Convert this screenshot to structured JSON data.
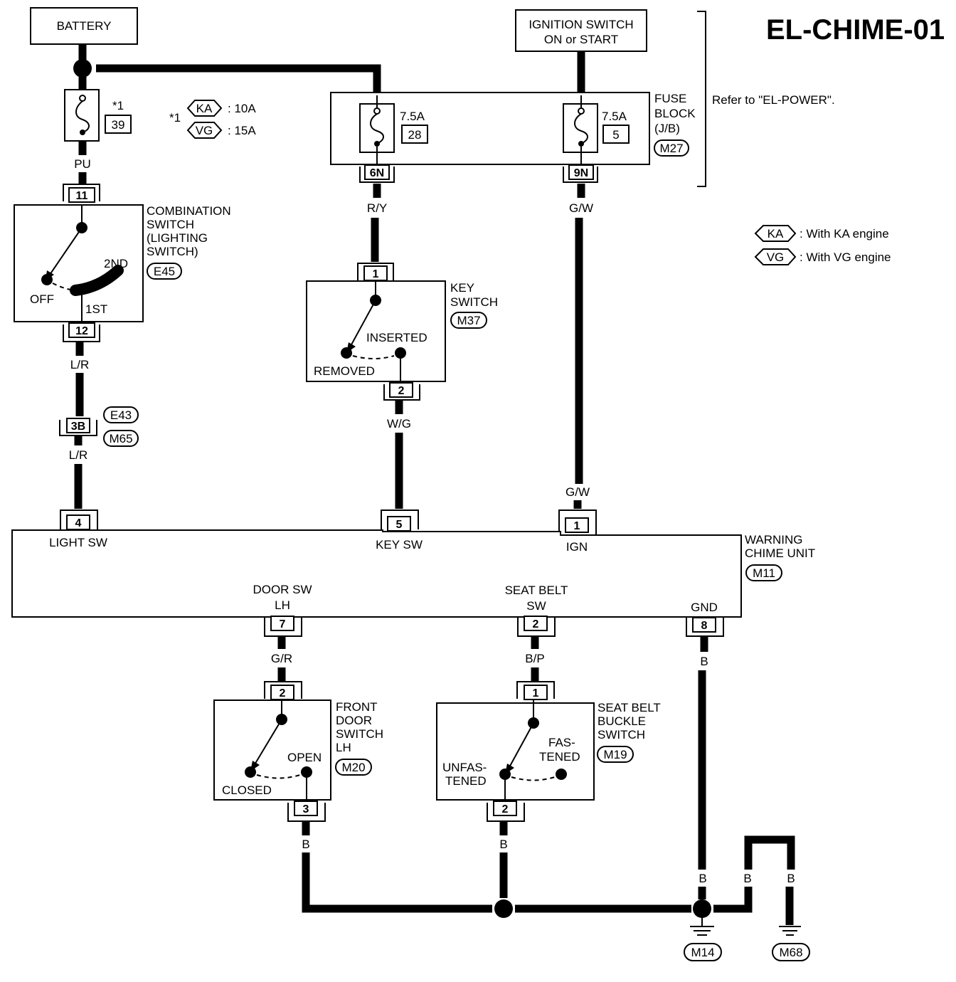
{
  "diagram_id": "EL-CHIME-01",
  "battery": "BATTERY",
  "ignition": {
    "line1": "IGNITION SWITCH",
    "line2": "ON or START"
  },
  "refer_note": "Refer to \"EL-POWER\".",
  "fuse_main": {
    "note_mark": "*1",
    "number": "39"
  },
  "fuse_rating_note": {
    "mark": "*1",
    "ka_tag": "KA",
    "ka_value": ": 10A",
    "vg_tag": "VG",
    "vg_value": ": 15A"
  },
  "fuse_block": {
    "label": [
      "FUSE",
      "BLOCK",
      "(J/B)"
    ],
    "connector": "M27",
    "fuse_a": {
      "rating": "7.5A",
      "number": "28",
      "terminal": "6N"
    },
    "fuse_b": {
      "rating": "7.5A",
      "number": "5",
      "terminal": "9N"
    }
  },
  "engine_legend": {
    "ka_tag": "KA",
    "ka_text": ": With KA engine",
    "vg_tag": "VG",
    "vg_text": ": With VG engine"
  },
  "combination_switch": {
    "label": [
      "COMBINATION",
      "SWITCH",
      "(LIGHTING",
      "SWITCH)"
    ],
    "connector": "E45",
    "pin_top": "11",
    "pin_bottom": "12",
    "pos_off": "OFF",
    "pos_1st": "1ST",
    "pos_2nd": "2ND"
  },
  "key_switch": {
    "label": [
      "KEY",
      "SWITCH"
    ],
    "connector": "M37",
    "pin_top": "1",
    "pin_bottom": "2",
    "pos_removed": "REMOVED",
    "pos_inserted": "INSERTED"
  },
  "joint_connector": {
    "pin": "3B",
    "connector_a": "E43",
    "connector_b": "M65"
  },
  "wire_colors": {
    "pu": "PU",
    "lr_top": "L/R",
    "lr_bottom": "L/R",
    "ry": "R/Y",
    "gw_top": "G/W",
    "gw_bottom": "G/W",
    "wg": "W/G",
    "gr": "G/R",
    "bp": "B/P",
    "b_unit": "B",
    "b_door": "B",
    "b_belt": "B",
    "b_ground_left": "B",
    "b_ground_mid": "B",
    "b_ground_right": "B"
  },
  "chime_unit": {
    "label": [
      "WARNING",
      "CHIME UNIT"
    ],
    "connector": "M11",
    "terminals": {
      "light_sw": {
        "pin": "4",
        "label": "LIGHT SW"
      },
      "key_sw": {
        "pin": "5",
        "label": "KEY SW"
      },
      "ign": {
        "pin": "1",
        "label": "IGN"
      },
      "door_sw": {
        "pin": "7",
        "label": [
          "DOOR SW",
          "LH"
        ]
      },
      "seat_belt_sw": {
        "pin": "2",
        "label": [
          "SEAT BELT",
          "SW"
        ]
      },
      "gnd": {
        "pin": "8",
        "label": "GND"
      }
    }
  },
  "front_door_switch": {
    "label": [
      "FRONT",
      "DOOR",
      "SWITCH",
      "LH"
    ],
    "connector": "M20",
    "pin_top": "2",
    "pin_bottom": "3",
    "pos_closed": "CLOSED",
    "pos_open": "OPEN"
  },
  "seat_belt_switch": {
    "label": [
      "SEAT BELT",
      "BUCKLE",
      "SWITCH"
    ],
    "connector": "M19",
    "pin_top": "1",
    "pin_bottom": "2",
    "pos_unfastened": [
      "UNFAS-",
      "TENED"
    ],
    "pos_fastened": [
      "FAS-",
      "TENED"
    ]
  },
  "grounds": {
    "left": "M14",
    "right": "M68"
  }
}
